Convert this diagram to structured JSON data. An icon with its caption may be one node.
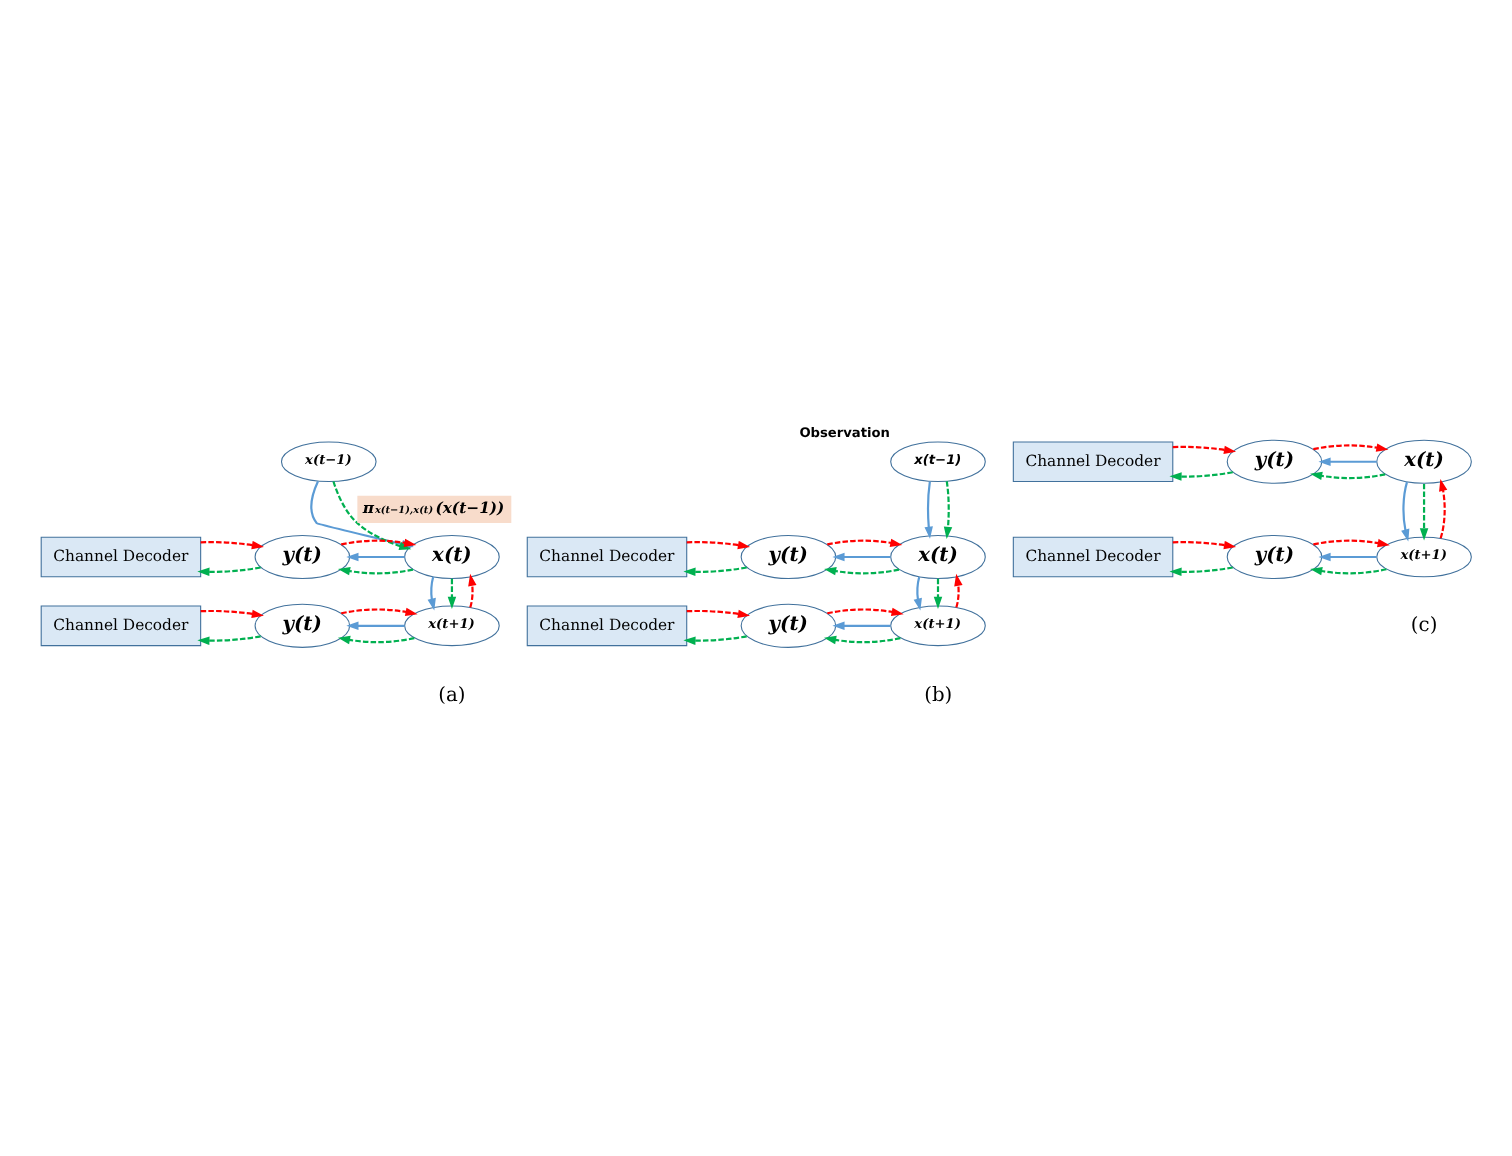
{
  "diagram": {
    "nodes": [
      {
        "text": [
          "x(t−1)"
        ]
      },
      {
        "text": [
          "x(t)"
        ]
      },
      {
        "text": [
          "y(t)"
        ]
      },
      {
        "text": [
          "Channel Decoder"
        ]
      },
      {
        "text": [
          "x(t+1)"
        ]
      },
      {
        "text": [
          "y(t)"
        ]
      },
      {
        "text": [
          "Channel Decoder"
        ]
      },
      {
        "text": [
          "x(t−1)"
        ],
        "beside": [
          "Observation"
        ]
      },
      {
        "text": [
          "x(t)"
        ]
      },
      {
        "text": [
          "y(t)"
        ]
      },
      {
        "text": [
          "Channel Decoder"
        ]
      },
      {
        "text": [
          "x(t+1)"
        ]
      },
      {
        "text": [
          "y(t)"
        ]
      },
      {
        "text": [
          "Channel Decoder"
        ]
      },
      {
        "text": [
          "x(t)"
        ]
      },
      {
        "text": [
          "y(t)"
        ]
      },
      {
        "text": [
          "Channel Decoder"
        ]
      },
      {
        "text": [
          "x(t+1)"
        ]
      },
      {
        "text": [
          "y(t)"
        ]
      },
      {
        "text": [
          "Channel Decoder"
        ]
      }
    ],
    "edges": [
      {
        "from": 0,
        "to": 1,
        "arrow": "to",
        "color": "#5b9bd5"
      },
      {
        "from": 0,
        "to": 1,
        "arrow": "to",
        "style": "dashed",
        "color": "#00b050",
        "label": "π$_{x(t−1),x(t)}$(x(t−1))"
      },
      {
        "from": 1,
        "to": 2,
        "arrow": "to",
        "style": "dashed",
        "color": "#00b050"
      },
      {
        "from": 1,
        "to": 2,
        "arrow": "to",
        "color": "#5b9bd5"
      },
      {
        "from": 2,
        "to": 1,
        "arrow": "to",
        "style": "dashed",
        "color": "#ff0000"
      },
      {
        "from": 2,
        "to": 3,
        "arrow": "to",
        "style": "dashed",
        "color": "#00b050"
      },
      {
        "from": 3,
        "to": 2,
        "arrow": "to",
        "style": "dashed",
        "color": "#ff0000"
      },
      {
        "from": 1,
        "to": 4,
        "arrow": "to",
        "color": "#5b9bd5"
      },
      {
        "from": 1,
        "to": 4,
        "arrow": "to",
        "style": "dashed",
        "color": "#00b050"
      },
      {
        "from": 4,
        "to": 1,
        "arrow": "to",
        "style": "dashed",
        "color": "#ff0000"
      },
      {
        "from": 4,
        "to": 5,
        "arrow": "to",
        "style": "dashed",
        "color": "#00b050"
      },
      {
        "from": 4,
        "to": 5,
        "arrow": "to",
        "color": "#5b9bd5"
      },
      {
        "from": 5,
        "to": 4,
        "arrow": "to",
        "style": "dashed",
        "color": "#ff0000"
      },
      {
        "from": 5,
        "to": 6,
        "arrow": "to",
        "style": "dashed",
        "color": "#00b050"
      },
      {
        "from": 6,
        "to": 5,
        "arrow": "to",
        "style": "dashed",
        "color": "#ff0000"
      },
      {
        "from": 7,
        "to": 8,
        "arrow": "to",
        "color": "#5b9bd5"
      },
      {
        "from": 7,
        "to": 8,
        "arrow": "to",
        "style": "dashed",
        "color": "#00b050"
      },
      {
        "from": 8,
        "to": 9,
        "arrow": "to",
        "style": "dashed",
        "color": "#00b050"
      },
      {
        "from": 8,
        "to": 9,
        "arrow": "to",
        "color": "#5b9bd5"
      },
      {
        "from": 9,
        "to": 8,
        "arrow": "to",
        "style": "dashed",
        "color": "#ff0000"
      },
      {
        "from": 9,
        "to": 10,
        "arrow": "to",
        "style": "dashed",
        "color": "#00b050"
      },
      {
        "from": 10,
        "to": 9,
        "arrow": "to",
        "style": "dashed",
        "color": "#ff0000"
      },
      {
        "from": 8,
        "to": 11,
        "arrow": "to",
        "color": "#5b9bd5"
      },
      {
        "from": 8,
        "to": 11,
        "arrow": "to",
        "style": "dashed",
        "color": "#00b050"
      },
      {
        "from": 11,
        "to": 8,
        "arrow": "to",
        "style": "dashed",
        "color": "#ff0000"
      },
      {
        "from": 11,
        "to": 12,
        "arrow": "to",
        "style": "dashed",
        "color": "#00b050"
      },
      {
        "from": 11,
        "to": 12,
        "arrow": "to",
        "color": "#5b9bd5"
      },
      {
        "from": 12,
        "to": 11,
        "arrow": "to",
        "style": "dashed",
        "color": "#ff0000"
      },
      {
        "from": 12,
        "to": 13,
        "arrow": "to",
        "style": "dashed",
        "color": "#00b050"
      },
      {
        "from": 13,
        "to": 12,
        "arrow": "to",
        "style": "dashed",
        "color": "#ff0000"
      },
      {
        "from": 14,
        "to": 15,
        "arrow": "to",
        "style": "dashed",
        "color": "#00b050"
      },
      {
        "from": 14,
        "to": 15,
        "arrow": "to",
        "color": "#5b9bd5"
      },
      {
        "from": 15,
        "to": 14,
        "arrow": "to",
        "style": "dashed",
        "color": "#ff0000"
      },
      {
        "from": 15,
        "to": 16,
        "arrow": "to",
        "style": "dashed",
        "color": "#00b050"
      },
      {
        "from": 16,
        "to": 15,
        "arrow": "to",
        "style": "dashed",
        "color": "#ff0000"
      },
      {
        "from": 14,
        "to": 17,
        "arrow": "to",
        "color": "#5b9bd5"
      },
      {
        "from": 14,
        "to": 17,
        "arrow": "to",
        "style": "dashed",
        "color": "#00b050"
      },
      {
        "from": 17,
        "to": 14,
        "arrow": "to",
        "style": "dashed",
        "color": "#ff0000"
      },
      {
        "from": 17,
        "to": 18,
        "arrow": "to",
        "style": "dashed",
        "color": "#00b050"
      },
      {
        "from": 17,
        "to": 18,
        "arrow": "to",
        "color": "#5b9bd5"
      },
      {
        "from": 18,
        "to": 17,
        "arrow": "to",
        "style": "dashed",
        "color": "#ff0000"
      },
      {
        "from": 18,
        "to": 19,
        "arrow": "to",
        "style": "dashed",
        "color": "#00b050"
      },
      {
        "from": 19,
        "to": 18,
        "arrow": "to",
        "style": "dashed",
        "color": "#ff0000"
      }
    ],
    "labels": [
      "(a)",
      "(b)",
      "(c)"
    ]
  }
}
